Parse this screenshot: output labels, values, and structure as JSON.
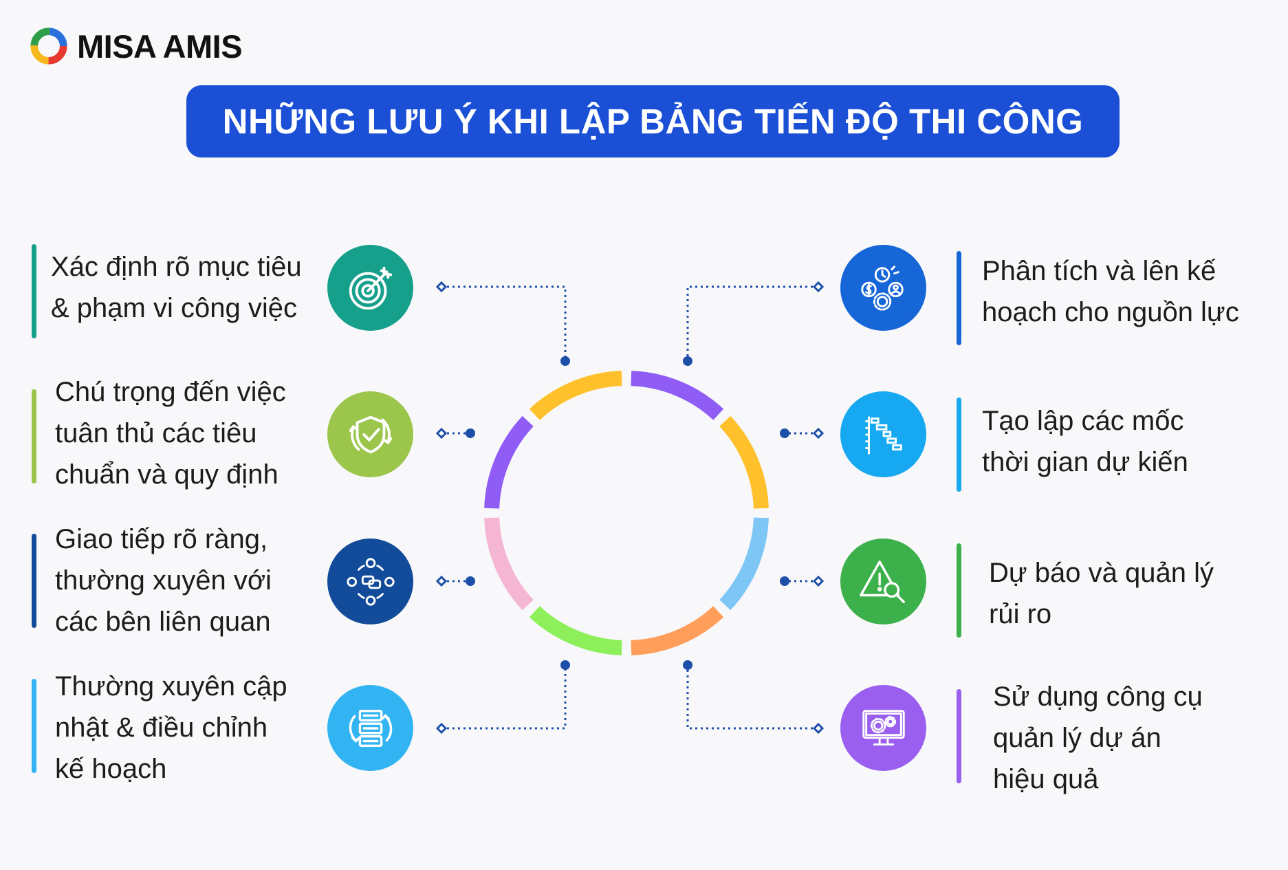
{
  "brand": {
    "name": "MISA AMIS"
  },
  "banner": {
    "title": "NHỮNG LƯU Ý KHI LẬP BẢNG TIẾN ĐỘ THI CÔNG",
    "color": "#1a4fd6"
  },
  "ring_colors": [
    "#ffc12b",
    "#8f5cf5",
    "#ffc12b",
    "#7dc6f5",
    "#ff9d5a",
    "#8def5a",
    "#f5b6d4",
    "#8f5cf5"
  ],
  "left_items": [
    {
      "text": "Xác định rõ mục tiêu\n& phạm vi công việc",
      "color": "#16a08c",
      "icon": "target-icon"
    },
    {
      "text": "Chú trọng đến việc\ntuân thủ các tiêu\nchuẩn và quy định",
      "color": "#9bc64b",
      "icon": "shield-check-icon"
    },
    {
      "text": "Giao tiếp rõ ràng,\nthường xuyên với\ncác bên liên quan",
      "color": "#114b9a",
      "icon": "communication-icon"
    },
    {
      "text": "Thường xuyên cập\nnhật  & điều chỉnh\nkế hoạch",
      "color": "#33b4f2",
      "icon": "document-sync-icon"
    }
  ],
  "right_items": [
    {
      "text": "Phân tích và lên kế\nhoạch cho nguồn lực",
      "color": "#1666d8",
      "icon": "resource-icon"
    },
    {
      "text": "Tạo lập các mốc\nthời gian dự kiến",
      "color": "#16a8f0",
      "icon": "gantt-icon"
    },
    {
      "text": "Dự báo và quản lý\nrủi ro",
      "color": "#3cb04a",
      "icon": "risk-icon"
    },
    {
      "text": "Sử dụng công cụ\nquản lý dự án\nhiệu quả",
      "color": "#9b5ff0",
      "icon": "monitor-gear-icon"
    }
  ]
}
